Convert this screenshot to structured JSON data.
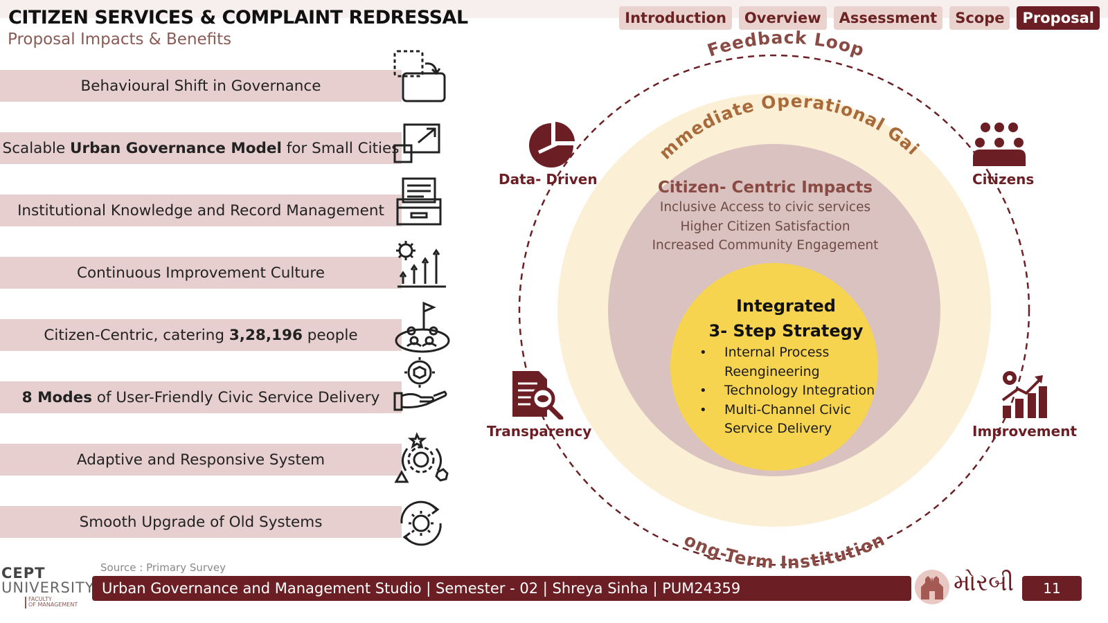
{
  "header": {
    "title": "CITIZEN SERVICES & COMPLAINT REDRESSAL",
    "subtitle": "Proposal Impacts & Benefits"
  },
  "nav": {
    "tabs": [
      {
        "label": "Introduction",
        "active": false
      },
      {
        "label": "Overview",
        "active": false
      },
      {
        "label": "Assessment",
        "active": false
      },
      {
        "label": "Scope",
        "active": false
      },
      {
        "label": "Proposal",
        "active": true
      }
    ]
  },
  "benefits": [
    {
      "pre": "Behavioural Shift in Governance",
      "bold": "",
      "post": "",
      "icon": "shift-frames-icon"
    },
    {
      "pre": "Scalable ",
      "bold": "Urban Governance Model",
      "post": " for Small Cities",
      "icon": "scale-expand-icon"
    },
    {
      "pre": "Institutional Knowledge and Record Management",
      "bold": "",
      "post": "",
      "icon": "file-drawer-icon"
    },
    {
      "pre": "Continuous Improvement Culture",
      "bold": "",
      "post": "",
      "icon": "gear-growth-icon"
    },
    {
      "pre": "Citizen-Centric, catering ",
      "bold": "3,28,196",
      "post": " people",
      "icon": "community-flag-icon"
    },
    {
      "pre": "",
      "bold": "8 Modes",
      "post": " of User-Friendly Civic Service Delivery",
      "icon": "hand-service-icon"
    },
    {
      "pre": "Adaptive and Responsive System",
      "bold": "",
      "post": "",
      "icon": "adaptive-gear-icon"
    },
    {
      "pre": "Smooth Upgrade of Old Systems",
      "bold": "",
      "post": "",
      "icon": "upgrade-cycle-icon"
    }
  ],
  "diagram": {
    "outer_label_top": "Feedback Loop",
    "outer_label_bottom": "Long-Term Institutions",
    "ring_label": "Immediate Operational Gain",
    "nodes": {
      "data_driven": "Data- Driven",
      "citizens": "Citizens",
      "transparency": "Transparency",
      "improvement": "Improvement"
    },
    "impacts_title": "Citizen- Centric Impacts",
    "impacts": [
      "Inclusive Access to civic services",
      "Higher Citizen Satisfaction",
      "Increased Community Engagement"
    ],
    "strategy_title_1": "Integrated",
    "strategy_title_2": "3- Step Strategy",
    "strategy_items": [
      "Internal Process Reengineering",
      "Technology Integration",
      "Multi-Channel Civic Service Delivery"
    ]
  },
  "footer": {
    "source": "Source : Primary Survey",
    "text": "Urban Governance and Management Studio | Semester - 02 | Shreya Sinha | PUM24359",
    "page": "11",
    "logo_line1": "CEPT",
    "logo_line2": "UNIVERSITY",
    "logo_line3a": "FACULTY",
    "logo_line3b": "OF MANAGEMENT",
    "morbi_text": "મોરબી"
  },
  "colors": {
    "maroon": "#6b1f24",
    "pink_band": "#e8cfcf",
    "outer_cream": "#fbf0d6",
    "mid_ring": "#d9c2bf",
    "core_yellow": "#f7d44f",
    "tab_bg": "#ead3cf"
  }
}
